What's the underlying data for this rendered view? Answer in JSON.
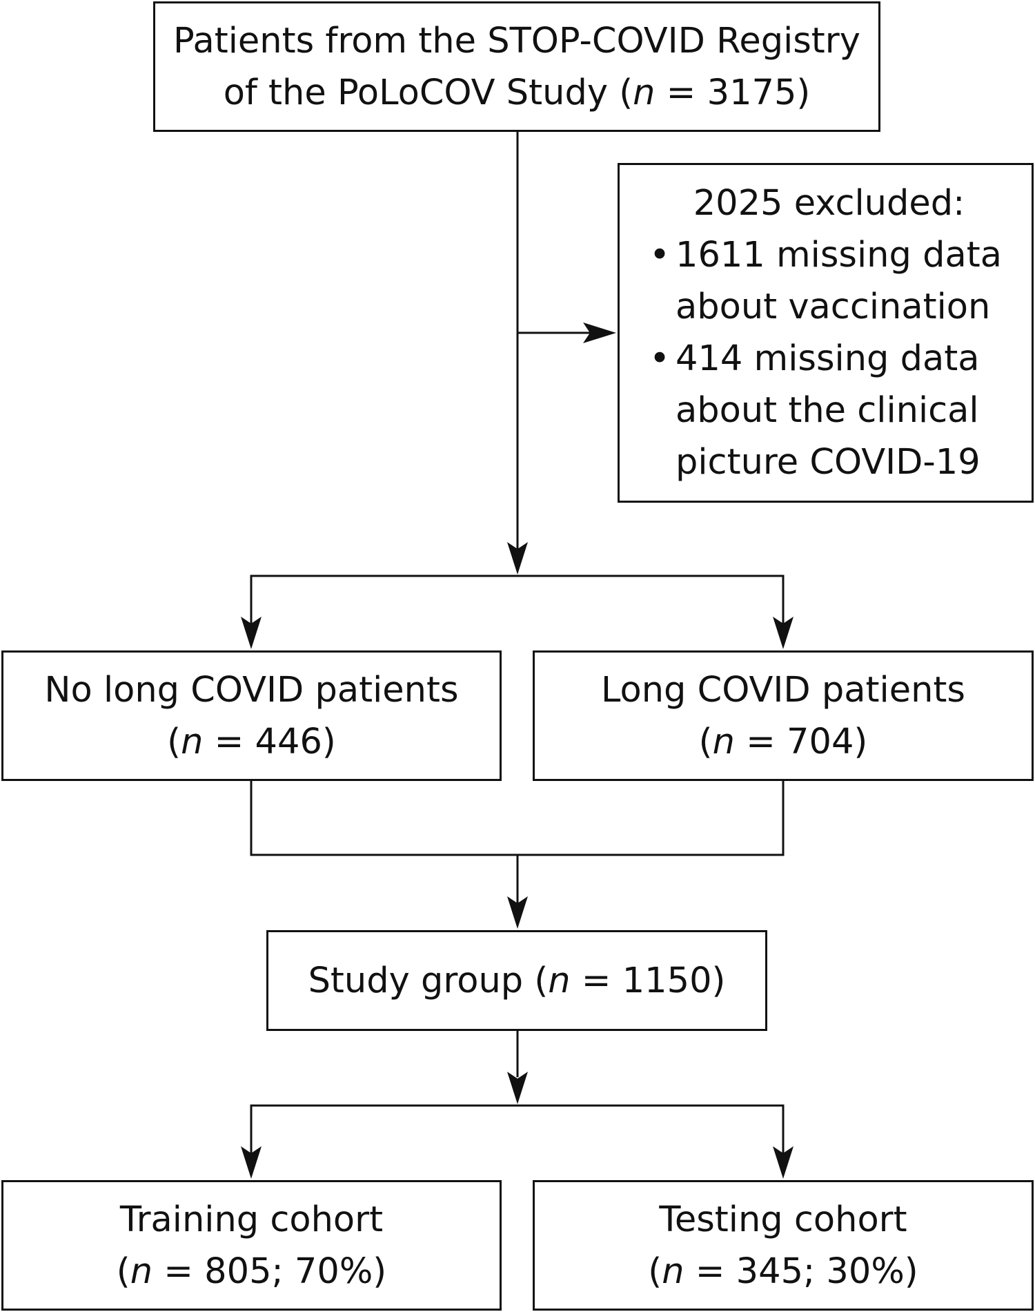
{
  "source": {
    "line1": "Patients from the STOP-COVID Registry",
    "line2_pre": "of the PoLoCOV Study (",
    "n": "n",
    "line2_post": " = 3175)"
  },
  "excluded": {
    "heading": "2025 excluded:",
    "items": [
      {
        "line1": "1611 missing data",
        "line2": "about vaccination"
      },
      {
        "line1": "414 missing data",
        "line2": "about the clinical",
        "line3": "picture COVID-19"
      }
    ],
    "bullet": "•"
  },
  "no_long": {
    "label": "No long COVID patients",
    "pre": "(",
    "n": "n",
    "post": " = 446)"
  },
  "long": {
    "label": "Long COVID patients",
    "pre": "(",
    "n": "n",
    "post": " = 704)"
  },
  "study": {
    "pre": "Study group (",
    "n": "n",
    "post": " = 1150)"
  },
  "training": {
    "label": "Training cohort",
    "pre": "(",
    "n": "n",
    "post": " = 805; 70%)"
  },
  "testing": {
    "label": "Testing cohort",
    "pre": "(",
    "n": "n",
    "post": " = 345; 30%)"
  },
  "colors": {
    "stroke": "#111111",
    "background": "#ffffff"
  }
}
